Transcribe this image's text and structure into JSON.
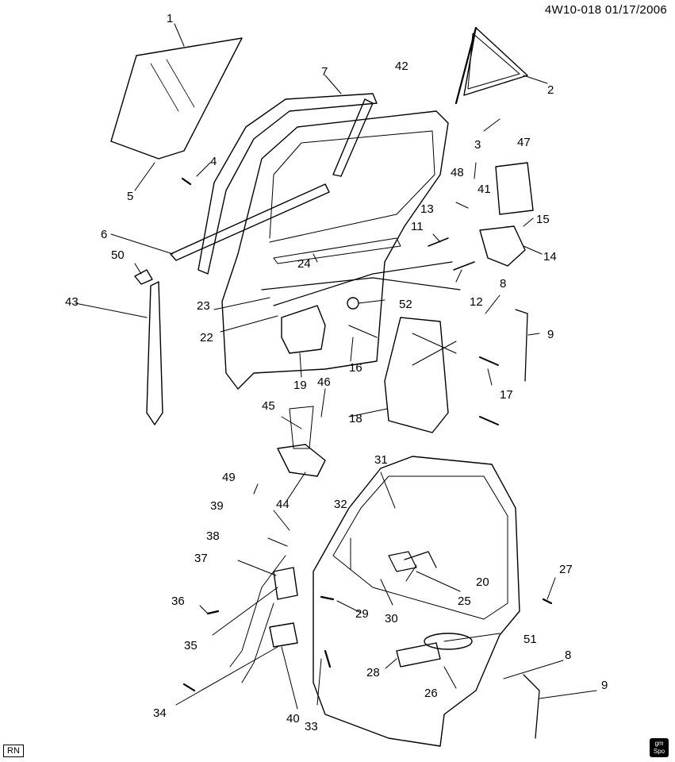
{
  "header": {
    "code": "4W10-018 01/17/2006"
  },
  "footer": {
    "left_tag": "RN",
    "logo_text": "gm Spo"
  },
  "callouts": [
    "1",
    "2",
    "3",
    "4",
    "5",
    "6",
    "7",
    "8",
    "9",
    "11",
    "12",
    "13",
    "14",
    "15",
    "16",
    "17",
    "18",
    "19",
    "20",
    "22",
    "23",
    "24",
    "25",
    "26",
    "27",
    "28",
    "29",
    "30",
    "31",
    "32",
    "33",
    "34",
    "35",
    "36",
    "37",
    "38",
    "39",
    "40",
    "41",
    "42",
    "43",
    "44",
    "45",
    "46",
    "47",
    "48",
    "49",
    "50",
    "51",
    "52",
    "8",
    "9"
  ]
}
